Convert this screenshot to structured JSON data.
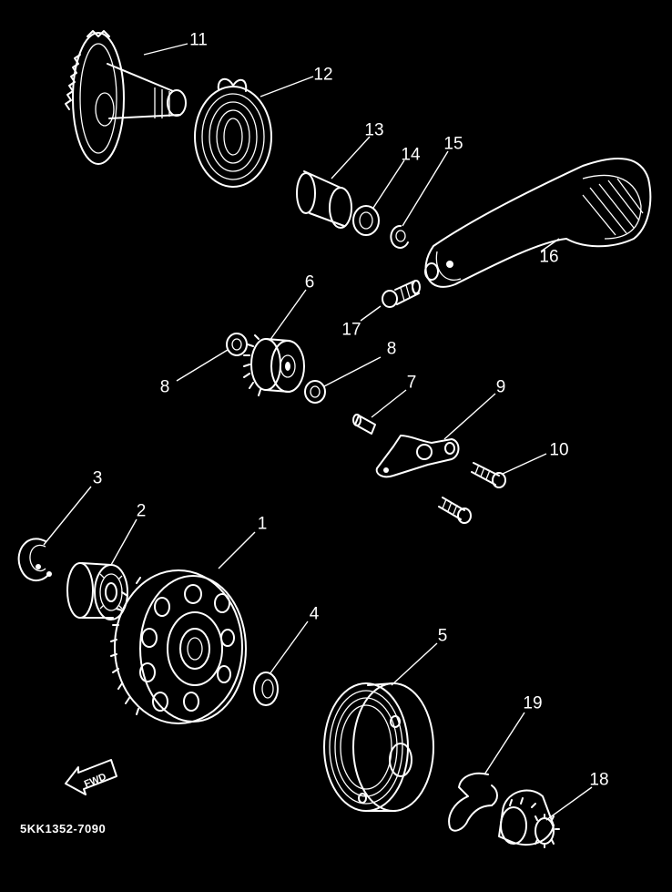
{
  "diagram": {
    "part_code": "5KK1352-7090",
    "fwd_label": "FWD",
    "callouts": [
      {
        "id": "c1",
        "label": "1"
      },
      {
        "id": "c2",
        "label": "2"
      },
      {
        "id": "c3",
        "label": "3"
      },
      {
        "id": "c4",
        "label": "4"
      },
      {
        "id": "c5",
        "label": "5"
      },
      {
        "id": "c6",
        "label": "6"
      },
      {
        "id": "c7",
        "label": "7"
      },
      {
        "id": "c8a",
        "label": "8"
      },
      {
        "id": "c8b",
        "label": "8"
      },
      {
        "id": "c9",
        "label": "9"
      },
      {
        "id": "c10",
        "label": "10"
      },
      {
        "id": "c11",
        "label": "11"
      },
      {
        "id": "c12",
        "label": "12"
      },
      {
        "id": "c13",
        "label": "13"
      },
      {
        "id": "c14",
        "label": "14"
      },
      {
        "id": "c15",
        "label": "15"
      },
      {
        "id": "c16",
        "label": "16"
      },
      {
        "id": "c17",
        "label": "17"
      },
      {
        "id": "c18",
        "label": "18"
      },
      {
        "id": "c19",
        "label": "19"
      }
    ]
  }
}
